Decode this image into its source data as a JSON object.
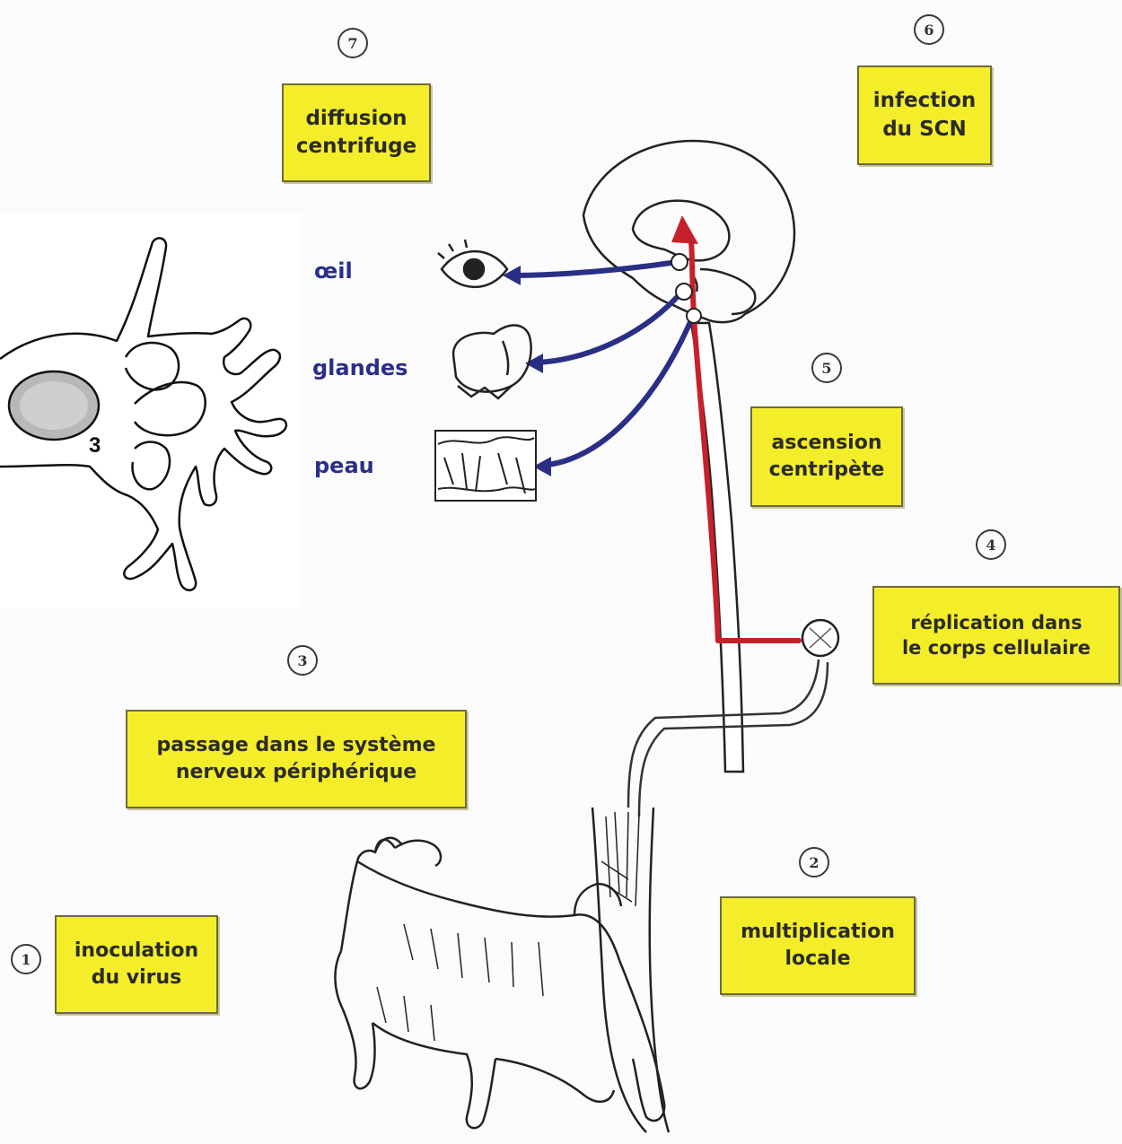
{
  "steps": {
    "step1": {
      "number": "1",
      "line1": "inoculation",
      "line2": "du virus"
    },
    "step2": {
      "number": "2",
      "line1": "multiplication",
      "line2": "locale"
    },
    "step3": {
      "number": "3",
      "line1": "passage dans le système",
      "line2": "nerveux périphérique"
    },
    "step4": {
      "number": "4",
      "line1": "réplication dans",
      "line2": "le corps cellulaire"
    },
    "step5": {
      "number": "5",
      "line1": "ascension",
      "line2": "centripète"
    },
    "step6": {
      "number": "6",
      "line1": "infection",
      "line2": "du SCN"
    },
    "step7": {
      "number": "7",
      "line1": "diffusion",
      "line2": "centrifuge"
    }
  },
  "organs": {
    "eye": "œil",
    "glands": "glandes",
    "skin": "peau"
  },
  "cell_label": "3",
  "colors": {
    "box_fill": "#f4ee2a",
    "centripetal_path": "#c8202a",
    "centrifugal_path": "#2a2f86",
    "outline": "#222222"
  }
}
